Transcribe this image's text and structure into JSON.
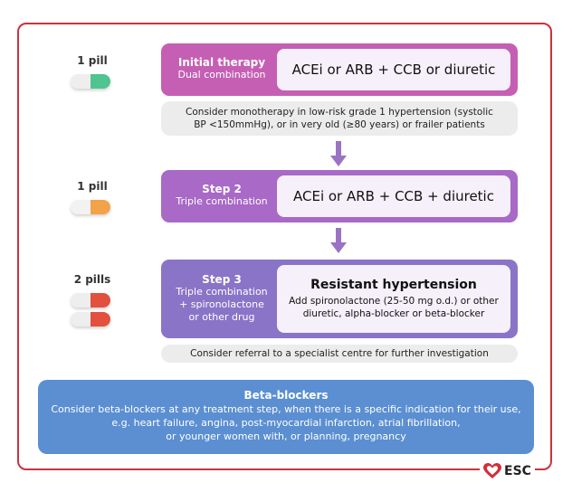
{
  "pills": [
    {
      "label": "1 pill",
      "colors": [
        "#4fc490"
      ]
    },
    {
      "label": "1 pill",
      "colors": [
        "#f2a248"
      ]
    },
    {
      "label": "2 pills",
      "colors": [
        "#e2503e",
        "#e2503e"
      ]
    }
  ],
  "steps": [
    {
      "title": "Initial therapy",
      "subtitle": "Dual combination",
      "content": "ACEi or ARB + CCB or diuretic",
      "color": "#c55fb4"
    },
    {
      "title": "Step 2",
      "subtitle": "Triple combination",
      "content": "ACEi or ARB + CCB + diuretic",
      "color": "#a869c7"
    },
    {
      "title": "Step 3",
      "subtitle_lines": [
        "Triple combination",
        "+ spironolactone",
        "or other drug"
      ],
      "content_title": "Resistant hypertension",
      "content_lines": [
        "Add spironolactone (25-50 mg o.d.) or other",
        "diuretic, alpha-blocker or beta-blocker"
      ],
      "color": "#8a74c8"
    }
  ],
  "notes": {
    "monotherapy": [
      "Consider monotherapy in low-risk grade 1 hypertension (systolic",
      "BP <150mmHg), or in very old (≥80 years) or frailer patients"
    ],
    "referral": "Consider referral to a specialist centre for further investigation"
  },
  "beta_blockers": {
    "title": "Beta-blockers",
    "lines": [
      "Consider beta-blockers at any treatment step, when there is a specific indication for their use,",
      "e.g. heart failure, angina, post-myocardial infarction, atrial fibrillation,",
      "or younger women with, or planning, pregnancy"
    ],
    "color": "#5b8fd1"
  },
  "logo": {
    "text": "ESC",
    "icon": "heart-icon",
    "color": "#d0303a"
  },
  "colors": {
    "frame": "#c8343e",
    "arrow": "#9b73c4"
  }
}
